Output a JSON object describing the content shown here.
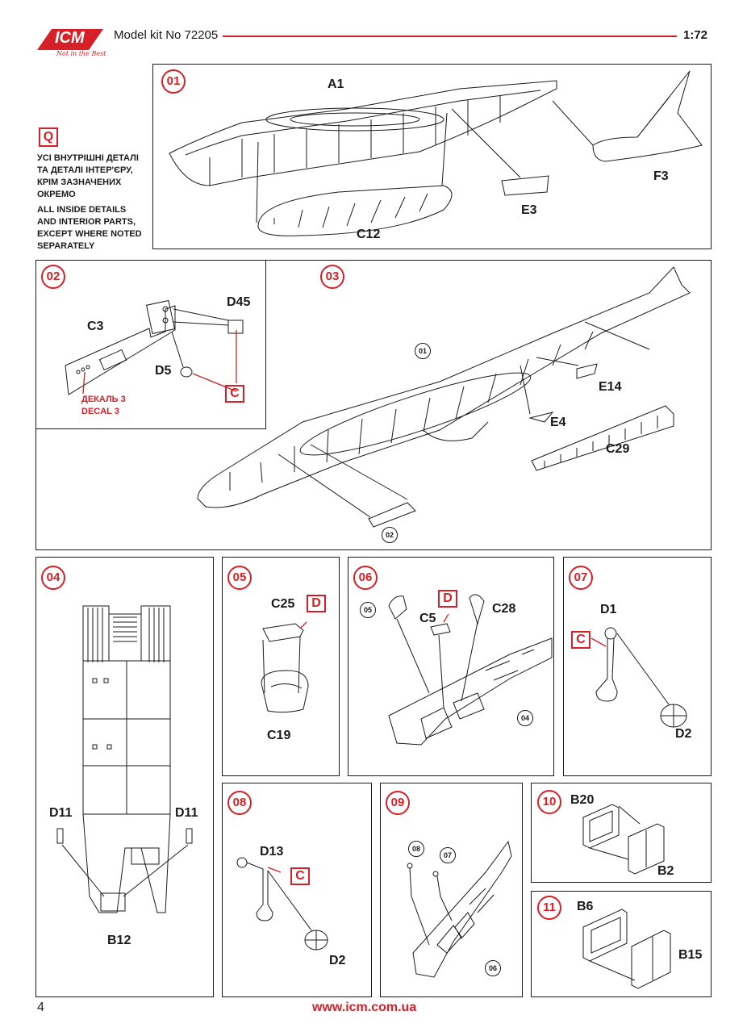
{
  "header": {
    "brand": "ICM",
    "tagline": "Not in the Best",
    "title": "Model kit No 72205",
    "scale": "1:72"
  },
  "legend": {
    "paint_code": "Q",
    "ua_note": [
      "УСІ ВНУТРІШНІ ДЕТАЛІ",
      "ТА ДЕТАЛІ ІНТЕР'ЄРУ,",
      "КРІМ ЗАЗНАЧЕНИХ",
      "ОКРЕМО"
    ],
    "en_note": [
      "ALL INSIDE DETAILS",
      "AND INTERIOR PARTS,",
      "EXCEPT WHERE NOTED",
      "SEPARATELY"
    ]
  },
  "steps": {
    "s01": {
      "number": "01",
      "parts": [
        "A1",
        "E3",
        "F3",
        "C12"
      ]
    },
    "s02": {
      "number": "02",
      "parts": [
        "C3",
        "D45",
        "D5"
      ],
      "paint": "C",
      "decal_ua": "ДЕКАЛЬ 3",
      "decal_en": "DECAL 3"
    },
    "s03": {
      "number": "03",
      "parts": [
        "E14",
        "E4",
        "C29"
      ],
      "refs": [
        "01",
        "02"
      ]
    },
    "s04": {
      "number": "04",
      "parts": [
        "D11",
        "D11",
        "B12"
      ]
    },
    "s05": {
      "number": "05",
      "parts": [
        "C25",
        "C19"
      ],
      "paint": "D"
    },
    "s06": {
      "number": "06",
      "parts": [
        "C5",
        "C28"
      ],
      "paint": "D",
      "refs": [
        "05",
        "04"
      ]
    },
    "s07": {
      "number": "07",
      "parts": [
        "D1",
        "D2"
      ],
      "paint": "C"
    },
    "s08": {
      "number": "08",
      "parts": [
        "D13",
        "D2"
      ],
      "paint": "C"
    },
    "s09": {
      "number": "09",
      "refs": [
        "08",
        "07",
        "06"
      ]
    },
    "s10": {
      "number": "10",
      "parts": [
        "B20",
        "B2"
      ]
    },
    "s11": {
      "number": "11",
      "parts": [
        "B6",
        "B15"
      ]
    }
  },
  "footer": {
    "page_number": "4",
    "website": "www.icm.com.ua"
  },
  "colors": {
    "accent": "#d61f26",
    "ink": "#1a1a1a"
  }
}
